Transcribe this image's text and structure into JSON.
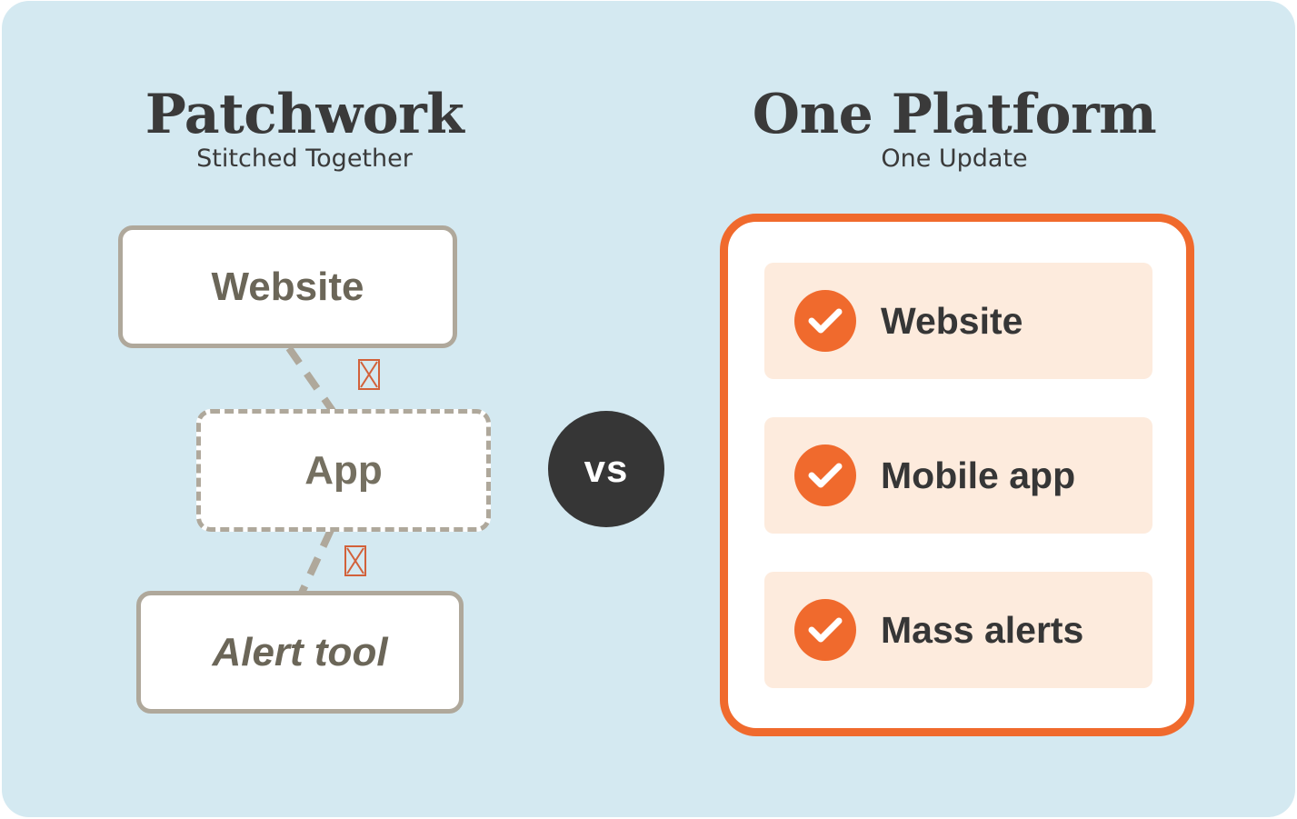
{
  "left": {
    "title": "Patchwork",
    "subtitle": "Stitched Together",
    "boxes": [
      "Website",
      "App",
      "Alert tool"
    ],
    "connector_marks": [
      "broken-link-icon",
      "broken-link-icon"
    ]
  },
  "vs_label": "vs",
  "right": {
    "title": "One Platform",
    "subtitle": "One Update",
    "features": [
      {
        "label": "Website",
        "icon": "check-circle-icon"
      },
      {
        "label": "Mobile app",
        "icon": "check-circle-icon"
      },
      {
        "label": "Mass alerts",
        "icon": "check-circle-icon"
      }
    ]
  },
  "colors": {
    "background": "#d4e9f1",
    "accent": "#f06a2d",
    "box_border": "#afa89b",
    "feature_fill": "#fdebdd",
    "dark": "#363636",
    "warning_mark": "#d2613a"
  }
}
